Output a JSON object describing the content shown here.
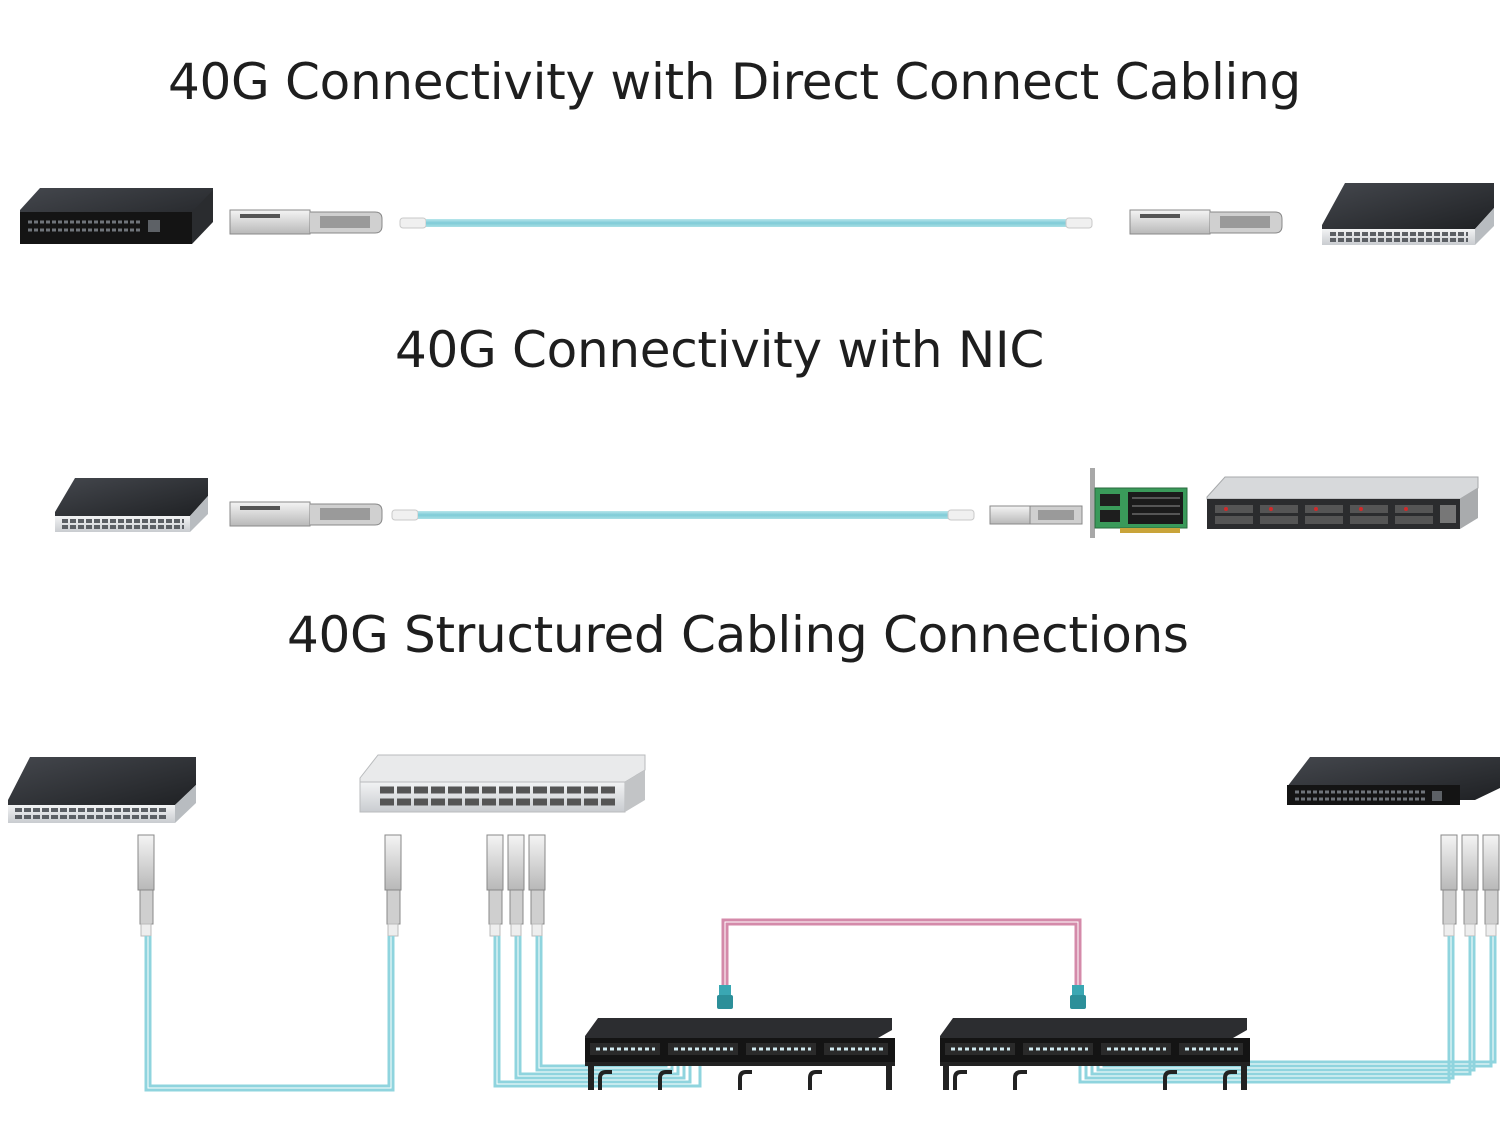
{
  "titles": {
    "direct_connect": "40G Connectivity with Direct Connect Cabling",
    "nic": "40G Connectivity with NIC",
    "structured": "40G Structured Cabling Connections"
  },
  "colors": {
    "aqua_cable": "#8fd4de",
    "pink_trunk": "#d48aaa",
    "device_top": "#2b2d31",
    "device_front_dark": "#1a1a1a",
    "device_silver": "#e0e2e4",
    "nic_pcb": "#3a9a5a",
    "mpo_connector": "#3aa7b3"
  },
  "icons": {
    "switch": "network-switch-icon",
    "transceiver": "qsfp-transceiver-icon",
    "nic": "network-interface-card-icon",
    "server": "rack-server-icon",
    "patch_panel": "fiber-patch-panel-icon",
    "mpo": "mpo-connector-icon"
  }
}
